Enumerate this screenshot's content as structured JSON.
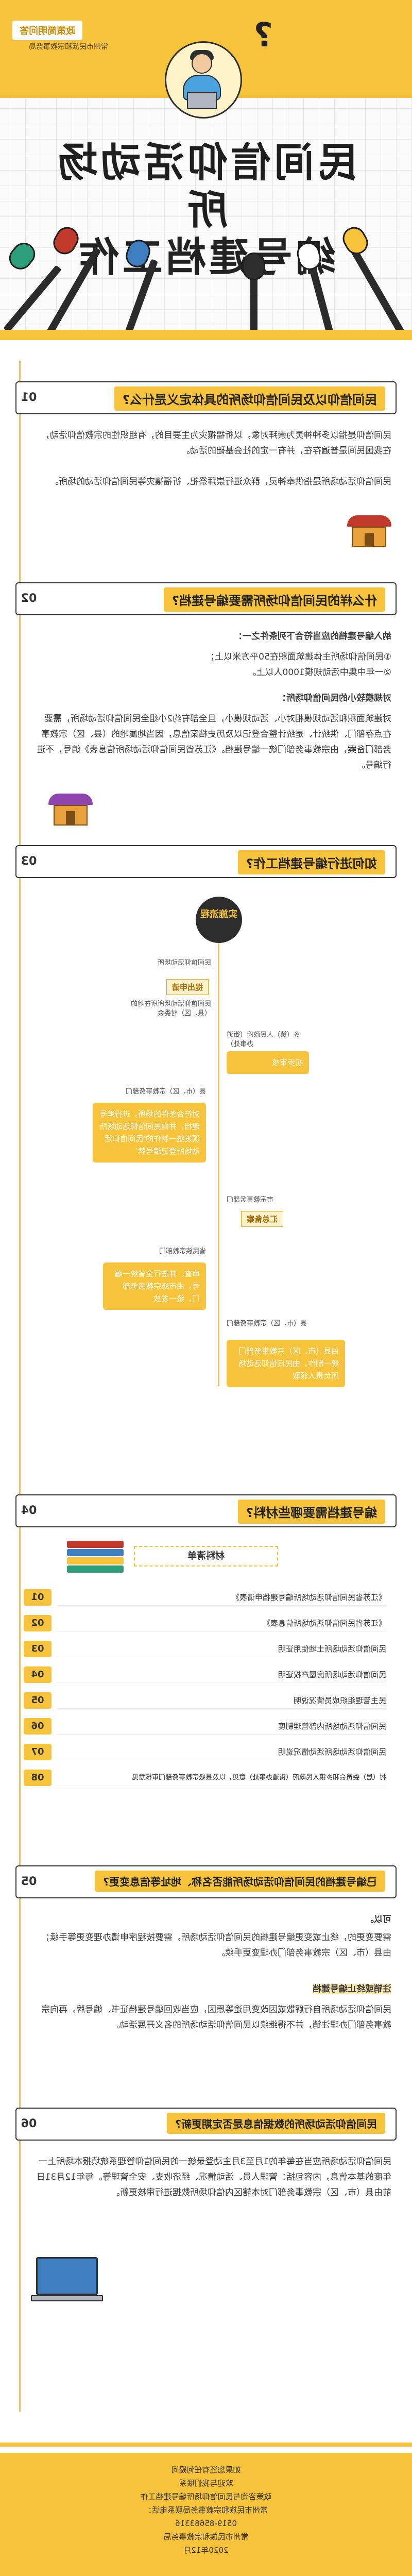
{
  "hero": {
    "badge": "政策简明问答",
    "subtitle": "常州市民族和宗教事务局",
    "title_line1": "民间信仰活动场所",
    "title_line2": "编号建档工作"
  },
  "sections": [
    {
      "num": "01",
      "title": "民间信仰以及民间信仰场所的具体定义是什么?",
      "paragraphs": [
        "民间信仰是指以多种神灵为崇拜对象，以祈福禳灾为主要目的，有组织性的宗教信仰活动，在我国民间是普遍存在，并有一定的社会基础的活动。",
        "民间信仰活动场所是指供奉神灵，群众进行崇拜祭祀、祈福禳灾等民间信仰活动的场所。"
      ]
    },
    {
      "num": "02",
      "title": "什么样的民间信仰场所需要编号建档?",
      "sub1": "纳入编号建档的应当符合下列条件之一：",
      "items": [
        "①民间信仰场所主体建筑面积在50平方米以上；",
        "②一年中集中活动规模1000人以上。"
      ],
      "sub2": "对规模较小的民间信仰场所：",
      "paragraph": "对建筑面积和活动规模相对小、活动规模小，且全部有约2小组全民间信仰活动场所，需要在点存部门、供统计、是统计整合登记以及历史档案信息，因当地属地的（县、区）宗教事务部门备案，由宗教事务部门统一编号建档。《江苏省民间信仰活动场所信息表》编号，不进行编号。"
    },
    {
      "num": "03",
      "title": "如何进行编号建档工作?",
      "start_label": "实施流程",
      "steps": [
        {
          "who": "民间信仰活动场所",
          "action": "提出申请",
          "note": "民间信仰活动场所所在地的（县、区）村委会"
        },
        {
          "who": "乡（镇）人民政府（街道办事处）",
          "action": "初步审核"
        },
        {
          "who": "县（市、区）宗教事务部门",
          "action": "对符合条件的场所，进行编号建档，并向民间信仰活动场所颁发统一制作的‘民间信仰活动场所登记编号牌’"
        },
        {
          "who": "市宗教事务部门",
          "action": "汇总备案"
        },
        {
          "who": "省民族宗教部门",
          "action": "审查、并进行全省统一编号，由市级宗教事务部门，统一发放"
        },
        {
          "who": "县（市、区）宗教事务部门",
          "action": "由县（市、区）宗教事务部门统一制作，由民间信仰活动场所负责人领取"
        }
      ]
    },
    {
      "num": "04",
      "title": "编号建档需要哪些材料?",
      "list_title": "材料清单",
      "materials": [
        {
          "n": "01",
          "t": "《江苏省民间信仰活动场所编号建档申请表》"
        },
        {
          "n": "02",
          "t": "《江苏省民间信仰活动场所信息表》"
        },
        {
          "n": "03",
          "t": "民间信仰活动场所土地使用证明"
        },
        {
          "n": "04",
          "t": "民间信仰活动场所房屋产权证明"
        },
        {
          "n": "05",
          "t": "民主管理组织成员情况说明"
        },
        {
          "n": "06",
          "t": "民间信仰活动场所内部管理制度"
        },
        {
          "n": "07",
          "t": "民间信仰活动场所活动情况说明"
        },
        {
          "n": "08",
          "t": "村（居）委员会和乡镇人民政府（街道办事处）意见，以及县级宗教事务部门审核意见"
        }
      ]
    },
    {
      "num": "05",
      "title": "已编号建档的民间信仰活动场所能否名称、地址等信息变更?",
      "paragraphs": [
        "可以。",
        "需要变更的，终止或变更编号建档的民间信仰活动场所，需要按程序申请办理变更等手续；由县（市、区）宗教事务部门办理变更手续。"
      ],
      "highlight1": "注销或终止编号建档",
      "paragraph2": "民间信仰活动场所自行解散或因改变用途等原因，应当收回编号建档证书、编号牌，再向宗教事务部门办理注销，并不得继续以民间信仰活动场所的名义开展活动。"
    },
    {
      "num": "06",
      "title": "民间信仰活动场所的数据信息是否定期更新?",
      "paragraph": "民间信仰活动场所应当在每年的1月至3月主动登录统一的民间信仰管理系统填报本场所上一年度的基本信息，内容包括：管理人员、活动情况、经济收支、安全管理等。每年12月31日前由县（市、区）宗教事务部门对本辖区内信仰场所数据进行审核更新。"
    }
  ],
  "footer": {
    "lines": [
      "如果您还有任何疑问",
      "欢迎与我们联系",
      "政策咨询与民间信仰场所编号建档工作",
      "常州市民族和宗教事务局联系电话：",
      "0519-85683316",
      "常州市民族和宗教事务局",
      "2020年12月"
    ]
  }
}
